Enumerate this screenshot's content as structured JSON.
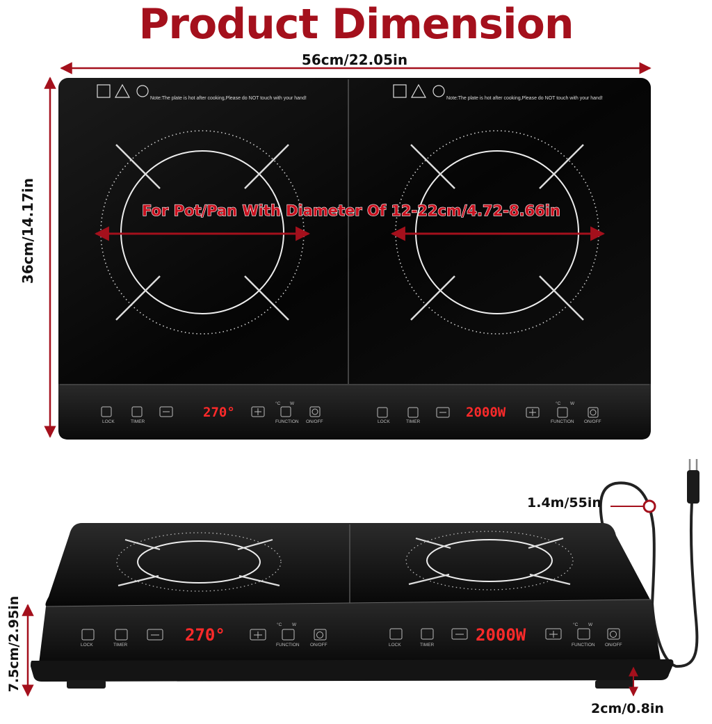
{
  "title": "Product Dimension",
  "dimensions": {
    "width": "56cm/22.05in",
    "depth": "36cm/14.17in",
    "pan_diameter": "For Pot/Pan With Diameter Of 12-22cm/4.72-8.66in",
    "cord_length": "1.4m/55in",
    "height": "7.5cm/2.95in",
    "feet_height": "2cm/0.8in"
  },
  "warning_note": "Note:The plate is hot after cooking,Please do NOT touch with your hand!",
  "controls": {
    "lock": "LOCK",
    "timer": "TIMER",
    "function": "FUNCTION",
    "on_off": "ON/OFF",
    "celsius": "°C",
    "watt": "W"
  },
  "displays": {
    "left_temp": "270°",
    "right_power": "2000W"
  },
  "colors": {
    "title": "#a4101c",
    "accent_arrow": "#a4101c",
    "panel": "#0b0b0b",
    "display_digits": "#ff2a2a"
  }
}
